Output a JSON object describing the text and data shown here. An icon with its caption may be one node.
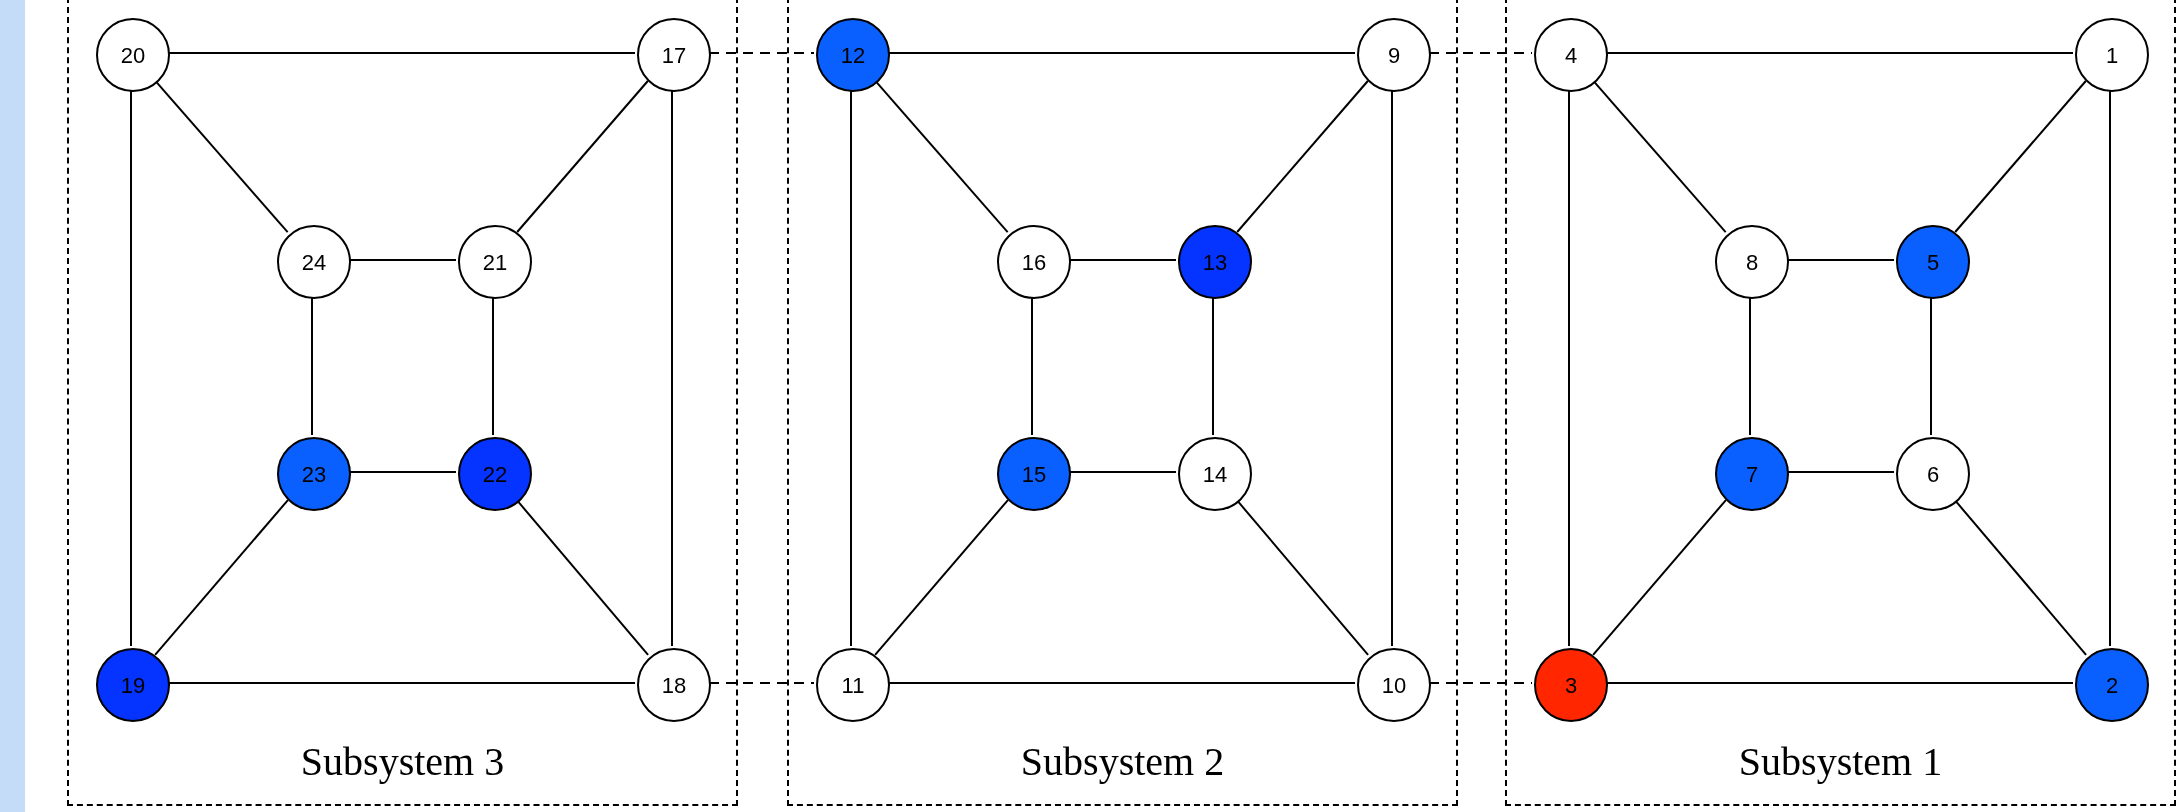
{
  "diagram": {
    "nodes": [
      {
        "text": [
          "Subsystem 3"
        ]
      },
      {
        "text": [
          "20"
        ],
        "in": 0
      },
      {
        "text": [
          "17"
        ],
        "in": 0
      },
      {
        "text": [
          "24"
        ],
        "in": 0
      },
      {
        "text": [
          "21"
        ],
        "in": 0
      },
      {
        "text": [
          "23"
        ],
        "in": 0
      },
      {
        "text": [
          "22"
        ],
        "in": 0
      },
      {
        "text": [
          "19"
        ],
        "in": 0
      },
      {
        "text": [
          "18"
        ],
        "in": 0
      },
      {
        "text": [
          "Subsystem 2"
        ]
      },
      {
        "text": [
          "12"
        ],
        "in": 9
      },
      {
        "text": [
          "9"
        ],
        "in": 9
      },
      {
        "text": [
          "16"
        ],
        "in": 9
      },
      {
        "text": [
          "13"
        ],
        "in": 9
      },
      {
        "text": [
          "15"
        ],
        "in": 9
      },
      {
        "text": [
          "14"
        ],
        "in": 9
      },
      {
        "text": [
          "11"
        ],
        "in": 9
      },
      {
        "text": [
          "10"
        ],
        "in": 9
      },
      {
        "text": [
          "Subsystem 1"
        ]
      },
      {
        "text": [
          "4"
        ],
        "in": 18
      },
      {
        "text": [
          "1"
        ],
        "in": 18
      },
      {
        "text": [
          "8"
        ],
        "in": 18
      },
      {
        "text": [
          "5"
        ],
        "in": 18
      },
      {
        "text": [
          "7"
        ],
        "in": 18
      },
      {
        "text": [
          "6"
        ],
        "in": 18
      },
      {
        "text": [
          "3"
        ],
        "in": 18
      },
      {
        "text": [
          "2"
        ],
        "in": 18
      },
      {
        "text": [],
        "shape": "bar"
      }
    ],
    "edges": [
      {
        "from": 1,
        "to": 2,
        "arrow": "none"
      },
      {
        "from": 1,
        "to": 7,
        "arrow": "none"
      },
      {
        "from": 2,
        "to": 8,
        "arrow": "none"
      },
      {
        "from": 7,
        "to": 8,
        "arrow": "none"
      },
      {
        "from": 1,
        "to": 3,
        "arrow": "none"
      },
      {
        "from": 2,
        "to": 4,
        "arrow": "none"
      },
      {
        "from": 7,
        "to": 5,
        "arrow": "none"
      },
      {
        "from": 8,
        "to": 6,
        "arrow": "none"
      },
      {
        "from": 3,
        "to": 4,
        "arrow": "none"
      },
      {
        "from": 3,
        "to": 5,
        "arrow": "none"
      },
      {
        "from": 4,
        "to": 6,
        "arrow": "none"
      },
      {
        "from": 5,
        "to": 6,
        "arrow": "none"
      },
      {
        "from": 10,
        "to": 11,
        "arrow": "none"
      },
      {
        "from": 10,
        "to": 16,
        "arrow": "none"
      },
      {
        "from": 11,
        "to": 17,
        "arrow": "none"
      },
      {
        "from": 16,
        "to": 17,
        "arrow": "none"
      },
      {
        "from": 10,
        "to": 12,
        "arrow": "none"
      },
      {
        "from": 11,
        "to": 13,
        "arrow": "none"
      },
      {
        "from": 16,
        "to": 14,
        "arrow": "none"
      },
      {
        "from": 17,
        "to": 15,
        "arrow": "none"
      },
      {
        "from": 12,
        "to": 13,
        "arrow": "none"
      },
      {
        "from": 12,
        "to": 14,
        "arrow": "none"
      },
      {
        "from": 13,
        "to": 15,
        "arrow": "none"
      },
      {
        "from": 14,
        "to": 15,
        "arrow": "none"
      },
      {
        "from": 19,
        "to": 20,
        "arrow": "none"
      },
      {
        "from": 19,
        "to": 25,
        "arrow": "none"
      },
      {
        "from": 20,
        "to": 26,
        "arrow": "none"
      },
      {
        "from": 25,
        "to": 26,
        "arrow": "none"
      },
      {
        "from": 19,
        "to": 21,
        "arrow": "none"
      },
      {
        "from": 20,
        "to": 22,
        "arrow": "none"
      },
      {
        "from": 25,
        "to": 23,
        "arrow": "none"
      },
      {
        "from": 26,
        "to": 24,
        "arrow": "none"
      },
      {
        "from": 21,
        "to": 22,
        "arrow": "none"
      },
      {
        "from": 21,
        "to": 23,
        "arrow": "none"
      },
      {
        "from": 22,
        "to": 24,
        "arrow": "none"
      },
      {
        "from": 23,
        "to": 24,
        "arrow": "none"
      },
      {
        "from": 2,
        "to": 10,
        "arrow": "none",
        "style": "dashed"
      },
      {
        "from": 8,
        "to": 16,
        "arrow": "none",
        "style": "dashed"
      },
      {
        "from": 11,
        "to": 19,
        "arrow": "none",
        "style": "dashed"
      },
      {
        "from": 17,
        "to": 25,
        "arrow": "none",
        "style": "dashed"
      }
    ]
  }
}
